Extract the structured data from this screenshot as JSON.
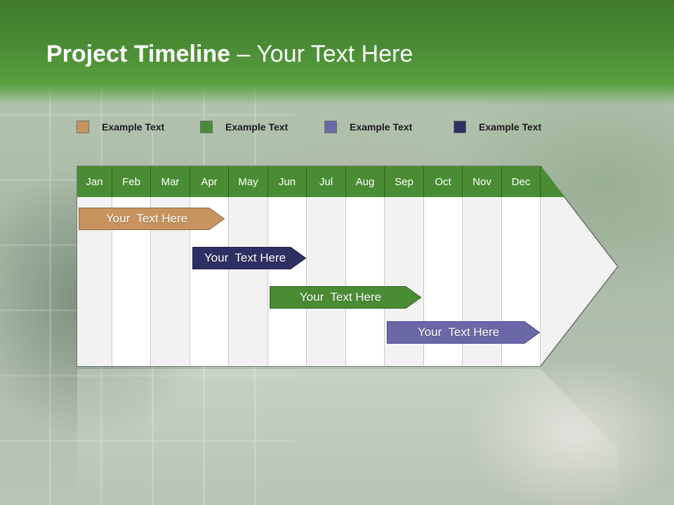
{
  "title": {
    "bold": "Project Timeline",
    "rest": " – Your Text Here"
  },
  "legend": [
    {
      "label": "Example Text",
      "color": "#c8935e"
    },
    {
      "label": "Example Text",
      "color": "#4a8c34"
    },
    {
      "label": "Example Text",
      "color": "#6b68a8"
    },
    {
      "label": "Example Text",
      "color": "#2e2f62"
    }
  ],
  "months": [
    "Jan",
    "Feb",
    "Mar",
    "Apr",
    "May",
    "Jun",
    "Jul",
    "Aug",
    "Sep",
    "Oct",
    "Nov",
    "Dec"
  ],
  "bars": [
    {
      "label": "Your  Text Here",
      "color": "#c8935e"
    },
    {
      "label": "Your  Text Here",
      "color": "#2e2f62"
    },
    {
      "label": "Your  Text Here",
      "color": "#4a8c34"
    },
    {
      "label": "Your  Text Here",
      "color": "#6b68a8"
    }
  ],
  "colors": {
    "header_green": "#4a8c34",
    "month_green": "#4a8c34",
    "grid_light": "#f2f2f2"
  }
}
